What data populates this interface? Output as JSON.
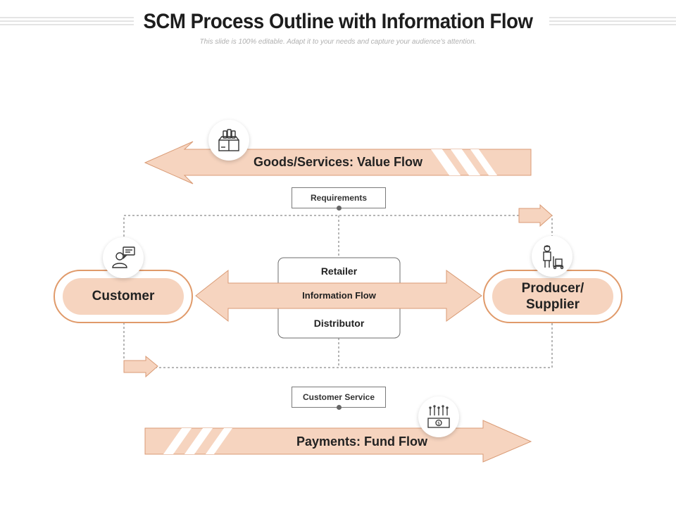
{
  "header": {
    "title": "SCM Process Outline with Information Flow",
    "subtitle": "This slide is 100% editable. Adapt it to your needs and capture your audience's attention."
  },
  "flows": {
    "goods": "Goods/Services: Value Flow",
    "payments": "Payments: Fund Flow",
    "information": "Information Flow"
  },
  "nodes": {
    "customer": "Customer",
    "producer": "Producer/ Supplier",
    "retailer": "Retailer",
    "distributor": "Distributor"
  },
  "tags": {
    "requirements": "Requirements",
    "customer_service": "Customer Service"
  },
  "icons": {
    "goods": "goods-box-icon",
    "customer": "customer-chat-icon",
    "producer": "worker-cart-icon",
    "payments": "money-icon"
  },
  "colors": {
    "arrow_fill": "#f6d4bf",
    "arrow_stroke": "#d99a74",
    "pill_fill": "#f6d4bf",
    "pill_ring": "#e09a6a",
    "dashed_line": "#6e6e6e"
  }
}
